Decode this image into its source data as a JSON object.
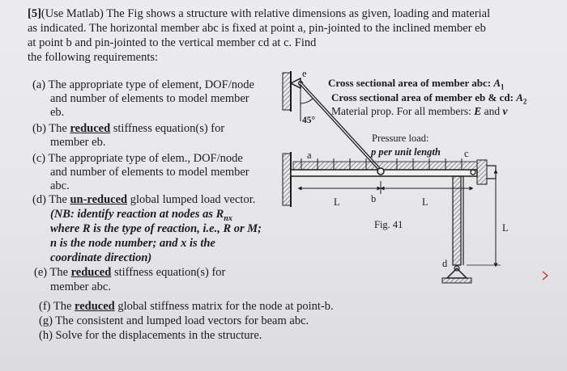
{
  "problem": {
    "number": "[5]",
    "intro_lines": [
      "(Use Matlab) The Fig shows a structure with relative dimensions as given, loading and material",
      "as indicated. The horizontal member abc is fixed at point a, pin-jointed to the inclined member eb",
      "at point b and pin-jointed to the vertical member cd at c. Find",
      "the following requirements:"
    ],
    "items": {
      "a": [
        "(a) The appropriate type of element, DOF/node",
        "and number of elements to model member",
        "eb."
      ],
      "b": [
        "(b) The",
        "reduced",
        "stiffness equation(s) for",
        "member eb."
      ],
      "c": [
        "(c) The appropriate type of elem., DOF/node",
        "and number of elements to model member",
        "abc."
      ],
      "d": [
        "(d) The",
        "un-reduced",
        "global lumped load vector."
      ],
      "d_note": [
        "(NB: identify reaction at nodes as R",
        "nx",
        "where R is the type of reaction, i.e., R or M;",
        "n is the node number; and x is the",
        "coordinate direction)"
      ],
      "e": [
        "(e) The",
        "reduced",
        "stiffness equation(s) for",
        "member abc."
      ],
      "f": [
        "(f) The",
        "reduced",
        "global stiffness matrix for the node at point-b."
      ],
      "g": "(g) The consistent and lumped load vectors for beam abc.",
      "h": "(h) Solve for the displacements in the structure."
    }
  },
  "figure": {
    "info": {
      "area_abc_prefix": "Cross sectional area of member abc:",
      "area_abc_val": "A",
      "area_abc_sub": "1",
      "area_ebcd_prefix": "Cross sectional area of member eb & cd:",
      "area_ebcd_val": "A",
      "area_ebcd_sub": "2",
      "material": "Material prop. For all members:",
      "E": "E",
      "and": "and",
      "nu": "ν"
    },
    "angle": "45°",
    "load_title": "Pressure load:",
    "load_text": "p per unit length",
    "fig_label": "Fig. 41",
    "points": {
      "a": "a",
      "b": "b",
      "c": "c",
      "d": "d",
      "e": "e"
    },
    "dims": {
      "L1": "L",
      "L2": "L",
      "L3": "L"
    }
  },
  "colors": {
    "ink": "#1c1c1e",
    "hatch": "#6d6d6d",
    "accent": "#c62828"
  }
}
